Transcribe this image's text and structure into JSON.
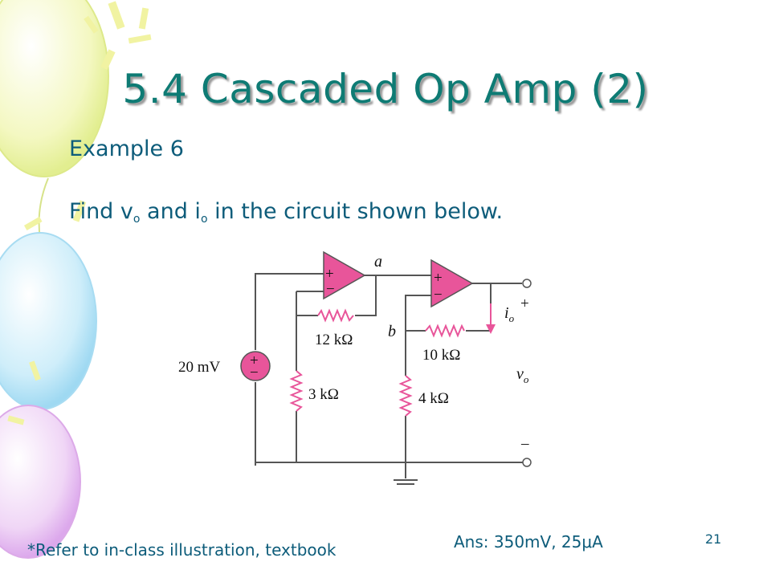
{
  "slide": {
    "title": "5.4 Cascaded Op Amp (2)",
    "example": "Example 6",
    "question": {
      "part1": "Find v",
      "sub1": "o",
      "part2": " and i",
      "sub2": "o",
      "part3": " in the circuit shown below."
    },
    "refer_note": "*Refer to in-class illustration, textbook",
    "answer": "Ans: 350mV, 25μA",
    "page_number": "21"
  },
  "circuit": {
    "source_label": "20 mV",
    "plus_sign": "+",
    "minus_sign": "−",
    "node_a": "a",
    "node_b": "b",
    "r_12k": "12 kΩ",
    "r_3k": "3 kΩ",
    "r_10k": "10 kΩ",
    "r_4k": "4 kΩ",
    "io_main": "i",
    "io_sub": "o",
    "vo_main": "v",
    "vo_sub": "o",
    "out_plus": "+",
    "out_minus": "–"
  },
  "colors": {
    "title": "#0e7b74",
    "body_text": "#0d5c7a",
    "component_pink": "#e8559a",
    "wire": "#555555"
  }
}
